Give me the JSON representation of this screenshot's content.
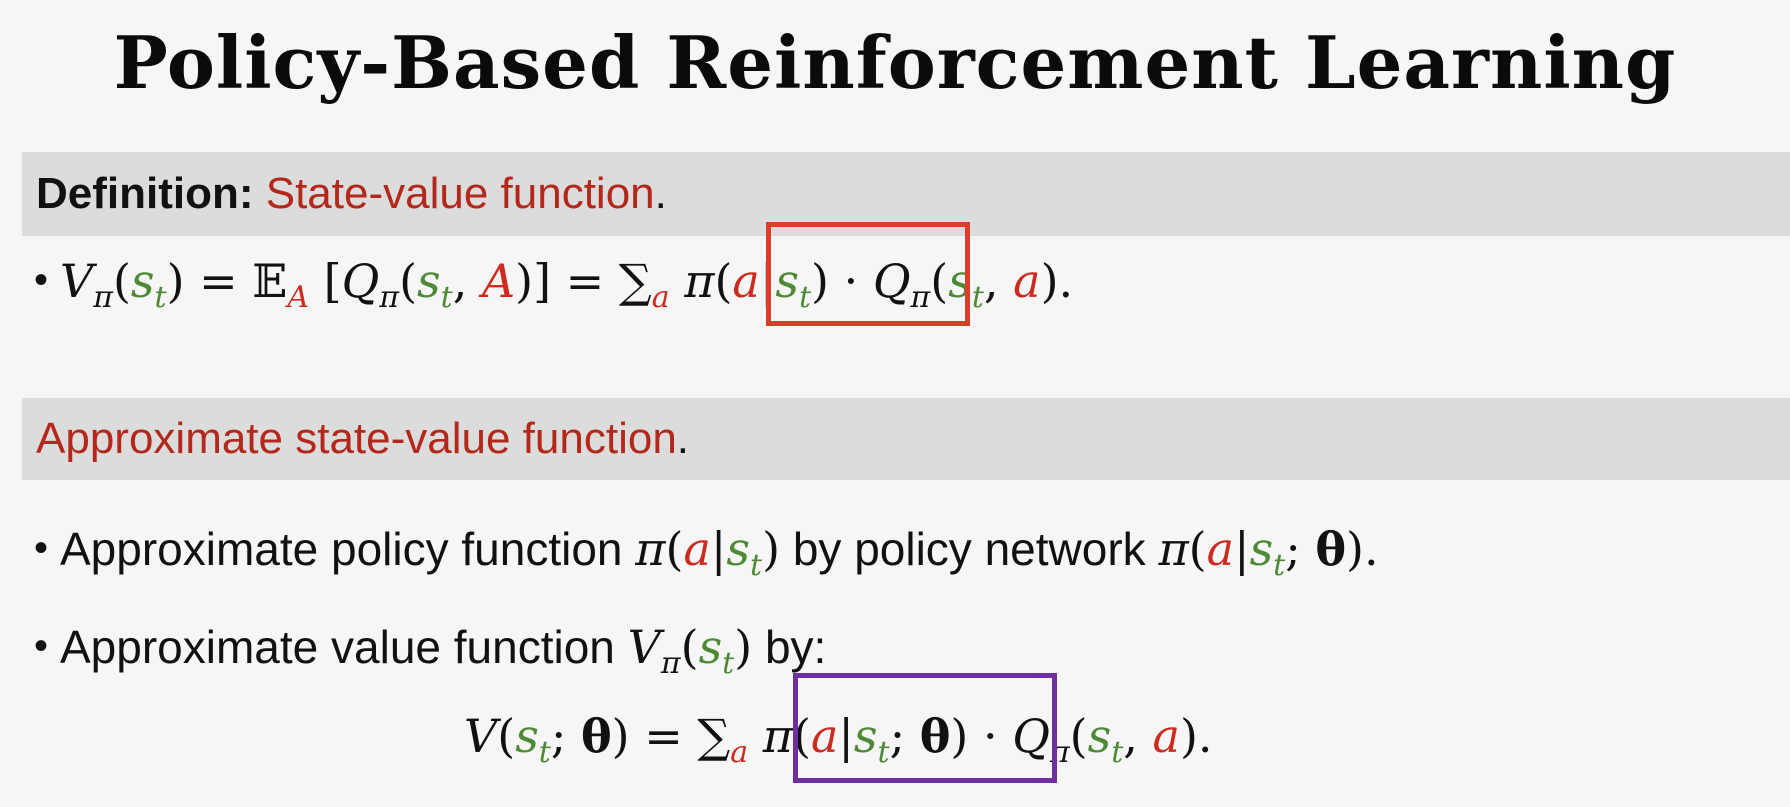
{
  "slide": {
    "title": "Policy-Based Reinforcement Learning",
    "definition_band": {
      "prefix": "Definition: ",
      "highlight": "State-value function",
      "suffix": "."
    },
    "definition_formula": "V_π(s_t) = 𝔼_A [Q_π(s_t, A)] = ∑_a π(a|s_t) · Q_π(s_t, a).",
    "approx_band": {
      "highlight": "Approximate state-value function",
      "suffix": "."
    },
    "bullet_policy": {
      "text_1": "Approximate policy function ",
      "text_2": " by policy network "
    },
    "bullet_value": {
      "text_1": "Approximate value function ",
      "text_2": " by:"
    },
    "approx_formula": "V(s_t; θ) = ∑_a π(a|s_t; θ) · Q_π(s_t, a)."
  },
  "colors": {
    "background": "#f6f6f6",
    "band": "#dcdcdc",
    "highlight_text": "#b3281b",
    "math_red": "#cc2b1f",
    "math_green": "#4e8a36",
    "box_red": "#e03b2a",
    "box_purple": "#6f2fa0"
  }
}
